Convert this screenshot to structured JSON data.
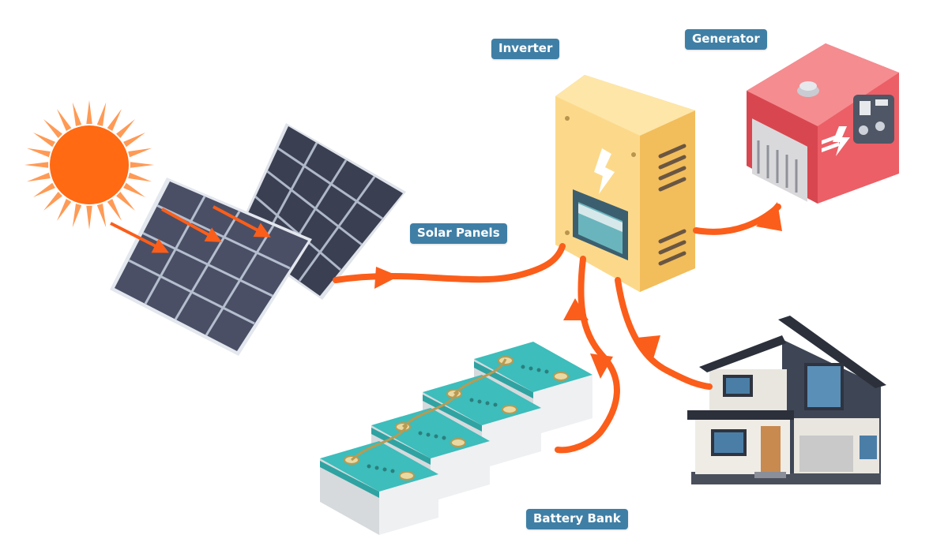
{
  "labels": {
    "inverter": "Inverter",
    "generator": "Generator",
    "solar_panels": "Solar Panels",
    "battery_bank": "Battery Bank"
  },
  "colors": {
    "flow": "#fb5e1a",
    "label_bg": "#3f7fa6",
    "sun": "#ff6a13",
    "inverter": "#fcd98a",
    "generator": "#ec5f66",
    "battery": "#3dbdbb"
  },
  "icons": [
    "sun-icon",
    "lightning-icon"
  ]
}
